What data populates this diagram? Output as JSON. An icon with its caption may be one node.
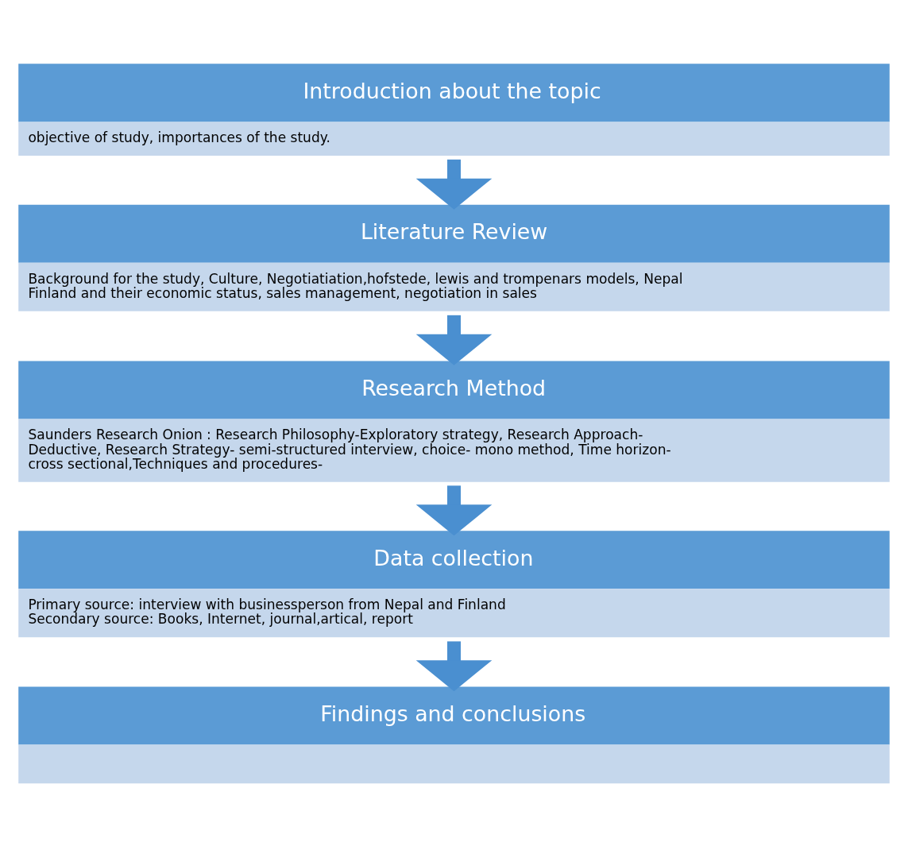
{
  "diagram": {
    "nodes": [
      {
        "text": [
          "Introduction about the topic",
          "objective of study, importances of the study."
        ]
      },
      {
        "text": [
          "Literature Review",
          "Background for the study, Culture, Negotiatiation,hofstede, lewis and trompenars models, Nepal Finland and their economic status, sales management, negotiation in sales"
        ]
      },
      {
        "text": [
          "Research Method",
          "Saunders Research Onion : Research Philosophy-Exploratory strategy, Research Approach-Deductive, Research Strategy- semi-structured interview, choice- mono method, Time horizon- cross sectional,Techniques and procedures-"
        ]
      },
      {
        "text": [
          "Data collection",
          "Primary source: interview with businessperson from Nepal and Finland",
          "Secondary source: Books, Internet, journal,artical, report"
        ]
      },
      {
        "text": [
          "Findings and conclusions"
        ]
      }
    ],
    "edges": [
      {
        "from": 0,
        "to": 1,
        "arrow": "to"
      },
      {
        "from": 1,
        "to": 2,
        "arrow": "to"
      },
      {
        "from": 2,
        "to": 3,
        "arrow": "to"
      },
      {
        "from": 3,
        "to": 4,
        "arrow": "to"
      }
    ]
  }
}
